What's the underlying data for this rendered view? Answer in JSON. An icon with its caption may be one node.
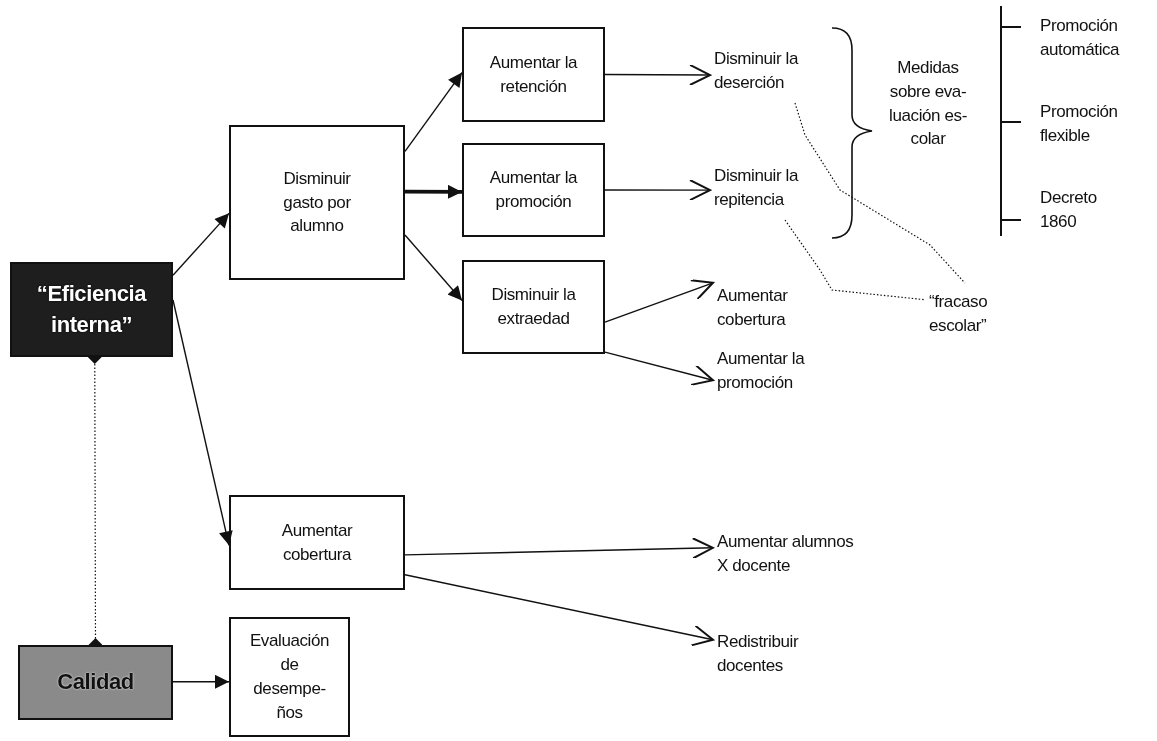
{
  "diagram": {
    "nodes": [
      {
        "text": [
          "“Eficiencia interna”"
        ]
      },
      {
        "text": [
          "Disminuir gasto por alumno"
        ]
      },
      {
        "text": [
          "Aumentar la retención"
        ]
      },
      {
        "text": [
          "Aumentar la promoción"
        ]
      },
      {
        "text": [
          "Disminuir la extraedad"
        ]
      },
      {
        "text": [
          "Disminuir la deserción"
        ]
      },
      {
        "text": [
          "Disminuir la repitencia"
        ]
      },
      {
        "text": [
          "Aumentar cobertura"
        ]
      },
      {
        "text": [
          "Aumentar la promoción"
        ]
      },
      {
        "text": [
          "“fracaso escolar”"
        ]
      },
      {
        "text": [
          "Aumentar cobertura"
        ]
      },
      {
        "text": [
          "Aumentar alumnos X docente"
        ]
      },
      {
        "text": [
          "Redistribuir docentes"
        ]
      },
      {
        "text": [
          "Calidad"
        ]
      },
      {
        "text": [
          "Evaluación de desempe- ños"
        ]
      }
    ],
    "edges": [
      {
        "from": 0,
        "to": 1,
        "arrow": "to"
      },
      {
        "from": 1,
        "to": 2,
        "arrow": "to"
      },
      {
        "from": 1,
        "to": 3,
        "arrow": "to",
        "style": "thick"
      },
      {
        "from": 1,
        "to": 4,
        "arrow": "to"
      },
      {
        "from": 0,
        "to": 10,
        "arrow": "to"
      },
      {
        "from": 2,
        "to": 5,
        "arrow": "to"
      },
      {
        "from": 3,
        "to": 6,
        "arrow": "to"
      },
      {
        "from": 4,
        "to": 7,
        "arrow": "to"
      },
      {
        "from": 4,
        "to": 8,
        "arrow": "to"
      },
      {
        "from": 10,
        "to": 11,
        "arrow": "to"
      },
      {
        "from": 10,
        "to": 12,
        "arrow": "to"
      },
      {
        "from": 13,
        "to": 14,
        "arrow": "to"
      },
      {
        "from": 0,
        "to": 13,
        "arrow": "other",
        "style": "dashed"
      },
      {
        "from": 5,
        "to": 9,
        "arrow": "none",
        "style": "dashed"
      },
      {
        "from": 6,
        "to": 9,
        "arrow": "none",
        "style": "dashed"
      }
    ],
    "labels": [
      "Medidas sobre eva- luación es- colar",
      "Promoción automática",
      "Promoción flexible",
      "Decreto 1860"
    ]
  }
}
